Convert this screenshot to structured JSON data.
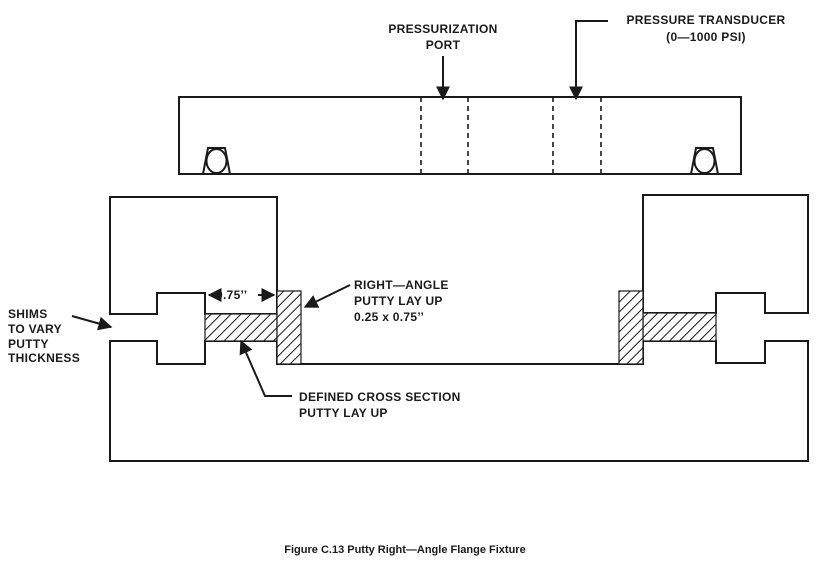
{
  "labels": {
    "pressurization_port": [
      "PRESSURIZATION",
      "PORT"
    ],
    "pressure_transducer": [
      "PRESSURE TRANSDUCER",
      "(0—1000 PSI)"
    ],
    "shims": [
      "SHIMS",
      "TO VARY",
      "PUTTY",
      "THICKNESS"
    ],
    "dimension": "0.75’’",
    "right_angle": [
      "RIGHT—ANGLE",
      "PUTTY LAY UP",
      "0.25 x 0.75’’"
    ],
    "defined_cross_section": [
      "DEFINED CROSS SECTION",
      "PUTTY LAY UP"
    ]
  },
  "caption": "Figure C.13 Putty Right—Angle Flange Fixture"
}
